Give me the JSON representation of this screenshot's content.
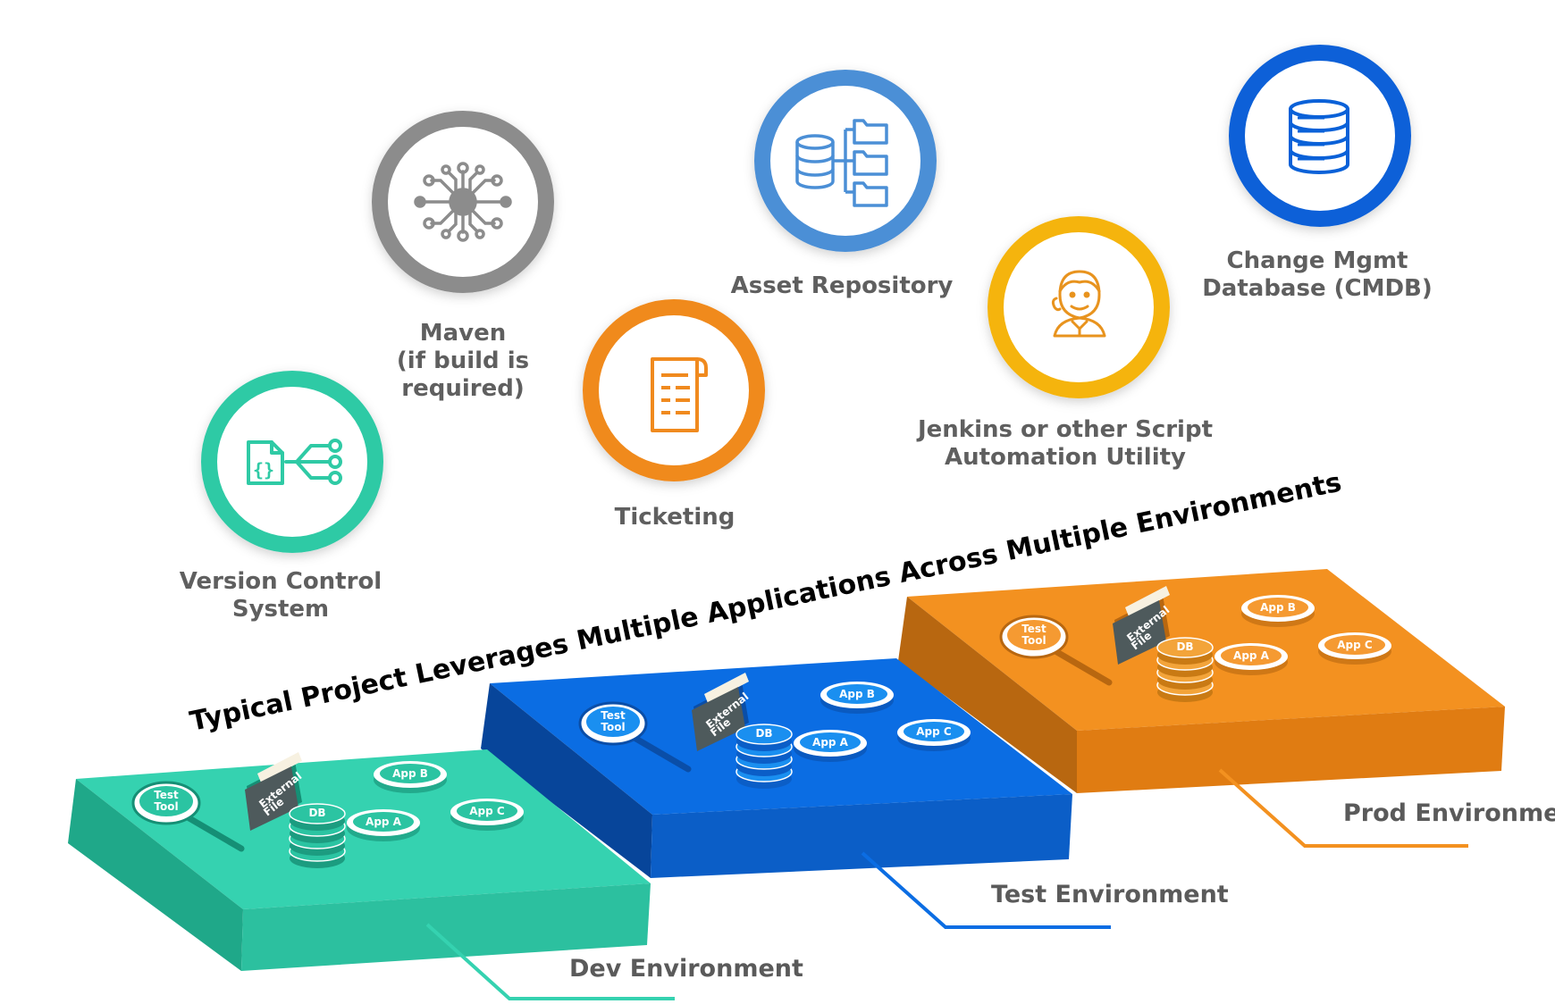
{
  "title": "Typical Project Leverages Multiple Applications Across Multiple Environments",
  "colors": {
    "teal": "#2fcaa5",
    "gray": "#8c8c8c",
    "orange": "#f08a1e",
    "blue_light": "#4b8fd6",
    "yellow": "#f5b40a",
    "blue_dark": "#0a61d8",
    "label_gray": "#5f5f5f"
  },
  "tools": [
    {
      "id": "vcs",
      "lines": [
        "Version Control",
        "System"
      ],
      "icon": "version-control-icon",
      "color": "#2fcaa5"
    },
    {
      "id": "maven",
      "lines": [
        "Maven",
        "(if build is",
        "required)"
      ],
      "icon": "circuit-hub-icon",
      "color": "#8c8c8c"
    },
    {
      "id": "ticketing",
      "lines": [
        "Ticketing"
      ],
      "icon": "document-scroll-icon",
      "color": "#f08a1e"
    },
    {
      "id": "asset",
      "lines": [
        "Asset Repository"
      ],
      "icon": "database-folders-icon",
      "color": "#4b8fd6"
    },
    {
      "id": "jenkins",
      "lines": [
        "Jenkins or other Script",
        "Automation Utility"
      ],
      "icon": "jenkins-butler-icon",
      "color": "#f5b40a"
    },
    {
      "id": "cmdb",
      "lines": [
        "Change Mgmt",
        "Database (CMDB)"
      ],
      "icon": "server-database-icon",
      "color": "#0a61d8"
    }
  ],
  "environments": [
    {
      "id": "dev",
      "label": "Dev Environment"
    },
    {
      "id": "test",
      "label": "Test Environment"
    },
    {
      "id": "prod",
      "label": "Prod Environment"
    }
  ],
  "platform_items": {
    "test_tool_lines": [
      "Test",
      "Tool"
    ],
    "external_file_lines": [
      "External",
      "File"
    ],
    "db": "DB",
    "app_a": "App A",
    "app_b": "App B",
    "app_c": "App C"
  }
}
